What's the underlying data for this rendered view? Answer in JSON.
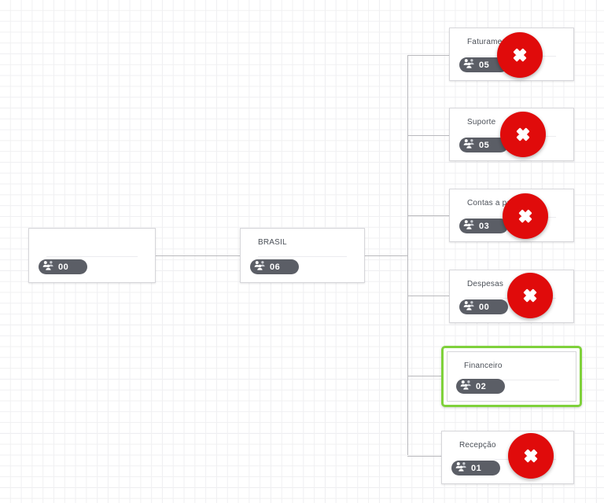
{
  "canvas": {
    "background_color": "#ffffff",
    "grid_color": "#f0f0f2",
    "grid_major_color": "#e6e6ea"
  },
  "colors": {
    "node_border": "#d6d6da",
    "node_background": "#ffffff",
    "title_text": "#4a4f57",
    "badge_background": "#5b5e66",
    "badge_text": "#ffffff",
    "connector": "#b9b9bd",
    "selected_outline": "#7fd13b",
    "delete_marker": "#e00b0b"
  },
  "org_chart": {
    "type": "tree",
    "root": {
      "name": "root-node",
      "title": "",
      "badge": {
        "icon": "group-users-icon",
        "count": "00"
      },
      "selected": false,
      "has_delete_marker": false
    },
    "level_2": {
      "name": "brasil-node",
      "title": "BRASIL",
      "badge": {
        "icon": "group-users-icon",
        "count": "06"
      },
      "selected": false,
      "has_delete_marker": false
    },
    "children": [
      {
        "name": "faturamento-node",
        "title": "Faturamento",
        "badge": {
          "icon": "group-users-icon",
          "count": "05"
        },
        "selected": false,
        "has_delete_marker": true,
        "delete_marker_label": "remove"
      },
      {
        "name": "suporte-node",
        "title": "Suporte",
        "badge": {
          "icon": "group-users-icon",
          "count": "05"
        },
        "selected": false,
        "has_delete_marker": true,
        "delete_marker_label": "remove"
      },
      {
        "name": "contas-a-pagar-node",
        "title": "Contas a pagar",
        "badge": {
          "icon": "group-users-icon",
          "count": "03"
        },
        "selected": false,
        "has_delete_marker": true,
        "delete_marker_label": "remove"
      },
      {
        "name": "despesas-node",
        "title": "Despesas",
        "badge": {
          "icon": "group-users-icon",
          "count": "00"
        },
        "selected": false,
        "has_delete_marker": true,
        "delete_marker_label": "remove"
      },
      {
        "name": "financeiro-node",
        "title": "Financeiro",
        "badge": {
          "icon": "group-users-icon",
          "count": "02"
        },
        "selected": true,
        "has_delete_marker": false
      },
      {
        "name": "recepcao-node",
        "title": "Recepção",
        "badge": {
          "icon": "group-users-icon",
          "count": "01"
        },
        "selected": false,
        "has_delete_marker": true,
        "delete_marker_label": "remove"
      }
    ]
  }
}
